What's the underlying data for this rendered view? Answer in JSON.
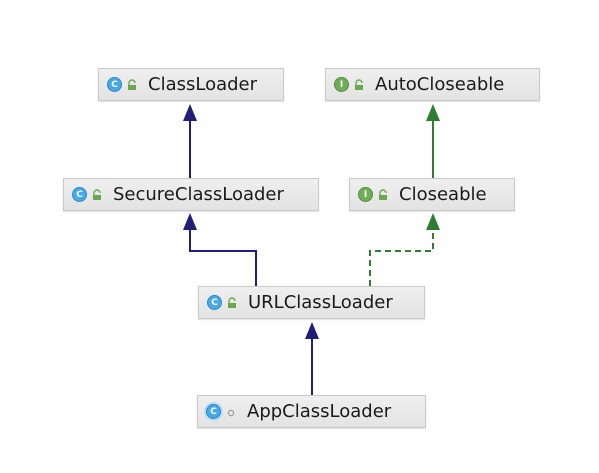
{
  "diagram": {
    "nodes": [
      {
        "id": "ClassLoader",
        "label": "ClassLoader",
        "kind_badge": "C",
        "kind_icon": "class-icon",
        "visibility_icon": "public-lock-icon"
      },
      {
        "id": "AutoCloseable",
        "label": "AutoCloseable",
        "kind_badge": "I",
        "kind_icon": "interface-icon",
        "visibility_icon": "public-lock-icon"
      },
      {
        "id": "SecureClassLoader",
        "label": "SecureClassLoader",
        "kind_badge": "C",
        "kind_icon": "class-icon",
        "visibility_icon": "public-lock-icon"
      },
      {
        "id": "Closeable",
        "label": "Closeable",
        "kind_badge": "I",
        "kind_icon": "interface-icon",
        "visibility_icon": "public-lock-icon"
      },
      {
        "id": "URLClassLoader",
        "label": "URLClassLoader",
        "kind_badge": "C",
        "kind_icon": "class-icon",
        "visibility_icon": "public-lock-icon"
      },
      {
        "id": "AppClassLoader",
        "label": "AppClassLoader",
        "kind_badge": "C",
        "kind_icon": "class-icon",
        "visibility_icon": "package-private-dot-icon"
      }
    ],
    "edges": [
      {
        "from": "SecureClassLoader",
        "to": "ClassLoader",
        "type": "extends"
      },
      {
        "from": "Closeable",
        "to": "AutoCloseable",
        "type": "extends"
      },
      {
        "from": "URLClassLoader",
        "to": "SecureClassLoader",
        "type": "extends"
      },
      {
        "from": "URLClassLoader",
        "to": "Closeable",
        "type": "implements"
      },
      {
        "from": "AppClassLoader",
        "to": "URLClassLoader",
        "type": "extends"
      }
    ]
  },
  "colors": {
    "extends_edge": "#1f1f7a",
    "implements_edge": "#2e7d32",
    "class_badge": "#47a9e6",
    "interface_badge": "#6fae59"
  }
}
